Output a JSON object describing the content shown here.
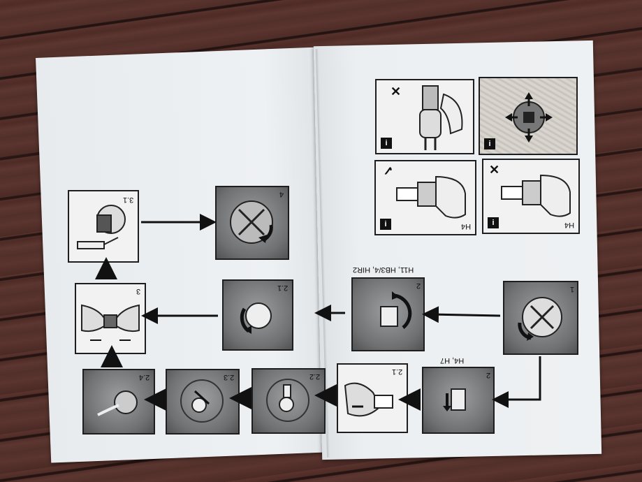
{
  "steps": {
    "s1": "1",
    "s2_top": "2",
    "s2_bottom": "2",
    "s2_1_top": "2.1",
    "s2_1_bottom": "2.1",
    "s2_2": "2.2",
    "s2_3": "2.3",
    "s2_4": "2.4",
    "s3": "3",
    "s3_1": "3.1",
    "s4": "4"
  },
  "captions": {
    "h11_group": "H11, HB3/4, HIR2",
    "h4_h7_group": "H4, H7",
    "h4_a": "H4",
    "h4_b": "H4"
  },
  "marks": {
    "cross": "✕",
    "check": "✓",
    "info": "i"
  },
  "colors": {
    "paper": "#eceff1",
    "wood": "#4e2b26",
    "ink": "#111111",
    "panel_gray": "#8a8c8e"
  },
  "icons": [
    "info-icon",
    "arrow-icon",
    "rotate-arrow-icon",
    "bulb-icon",
    "cross-mark-icon",
    "check-mark-icon"
  ]
}
